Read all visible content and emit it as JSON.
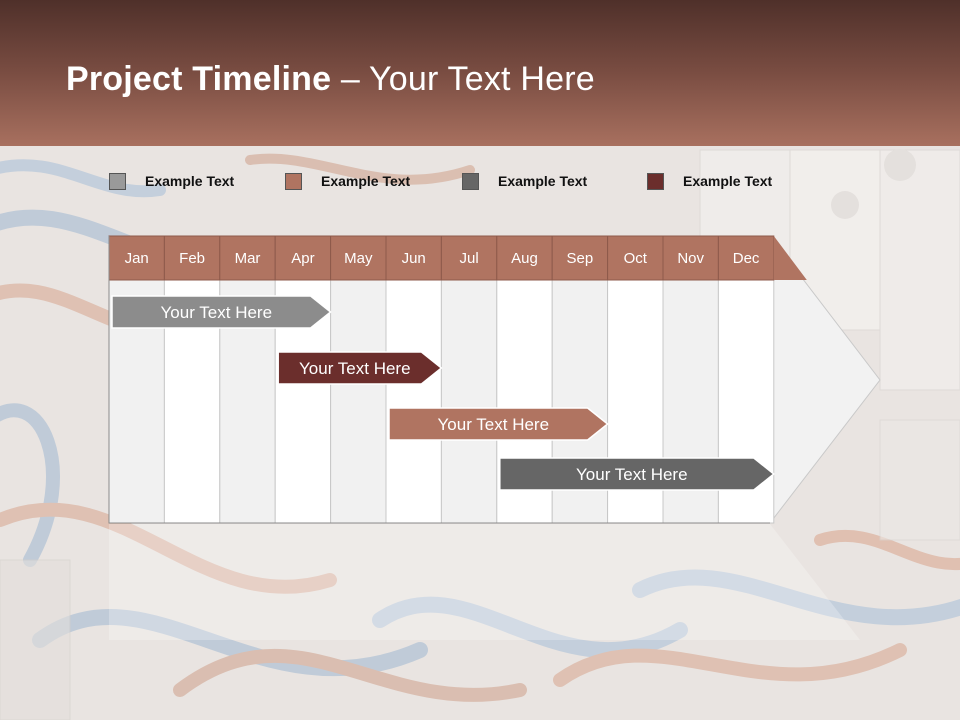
{
  "title": {
    "bold": "Project Timeline",
    "rest": " – Your Text Here"
  },
  "legend": [
    {
      "label": "Example Text",
      "color": "#9a9a9a"
    },
    {
      "label": "Example Text",
      "color": "#b07461"
    },
    {
      "label": "Example Text",
      "color": "#666666"
    },
    {
      "label": "Example Text",
      "color": "#6b2e2c"
    }
  ],
  "months": [
    "Jan",
    "Feb",
    "Mar",
    "Apr",
    "May",
    "Jun",
    "Jul",
    "Aug",
    "Sep",
    "Oct",
    "Nov",
    "Dec"
  ],
  "bars": [
    {
      "label": "Your  Text Here",
      "color": "#8c8c8c",
      "start_month": "Jan",
      "end_month": "Apr"
    },
    {
      "label": "Your  Text Here",
      "color": "#6b2e2c",
      "start_month": "Apr",
      "end_month": "Jun"
    },
    {
      "label": "Your  Text Here",
      "color": "#b07461",
      "start_month": "Jun",
      "end_month": "Sep"
    },
    {
      "label": "Your  Text Here",
      "color": "#666666",
      "start_month": "Aug",
      "end_month": "Dec"
    }
  ],
  "colors": {
    "header_row": "#b07461",
    "column_light": "#f1f1f1",
    "column_white": "#ffffff",
    "grid_line": "#c8c8c8"
  }
}
